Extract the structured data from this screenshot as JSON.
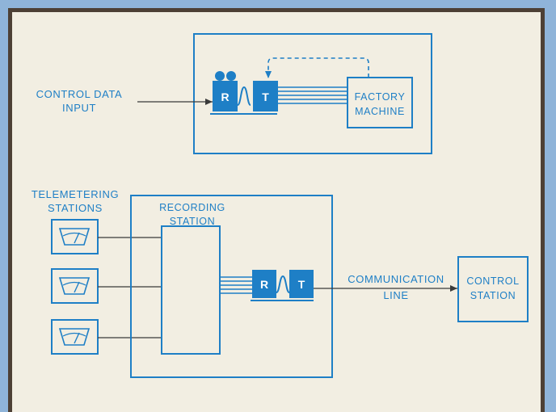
{
  "colors": {
    "outer_background": "#8fb4d9",
    "panel_background": "#f2eee2",
    "frame_border": "#4d4035",
    "diagram_blue": "#1e7fc6",
    "line_dark": "#3a3a3a"
  },
  "top_system": {
    "input_label_line1": "CONTROL DATA",
    "input_label_line2": "INPUT",
    "recorder_label": "R",
    "transmitter_label": "T",
    "machine_label_line1": "FACTORY",
    "machine_label_line2": "MACHINE"
  },
  "bottom_system": {
    "telemetering_label_line1": "TELEMETERING",
    "telemetering_label_line2": "STATIONS",
    "station_icon": "gauge-icon",
    "recording_label_line1": "RECORDING",
    "recording_label_line2": "STATION",
    "recorder_label": "R",
    "transmitter_label": "T",
    "communication_label_line1": "COMMUNICATION",
    "communication_label_line2": "LINE",
    "control_label_line1": "CONTROL",
    "control_label_line2": "STATION"
  }
}
